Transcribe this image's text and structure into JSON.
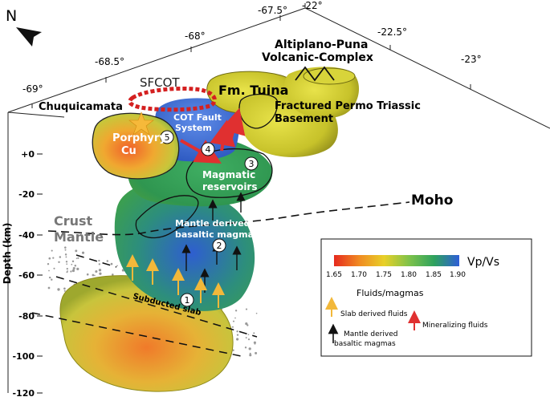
{
  "north_label": "N",
  "longitudes": [
    "-69°",
    "-68.5°",
    "-68°",
    "-67.5°"
  ],
  "latitudes": [
    "-22°",
    "-22.5°",
    "-23°"
  ],
  "labels": {
    "chuquicamata": "Chuquicamata",
    "sfcot": "SFCOT",
    "fm_tuina": "Fm. Tuina",
    "altiplano_line1": "Altiplano-Puna",
    "altiplano_line2": "Volcanic-Complex",
    "fractured_line1": "Fractured Permo Triassic",
    "fractured_line2": "Basement",
    "cot_line1": "COT Fault",
    "cot_line2": "System",
    "porphyry_line1": "Porphyry",
    "porphyry_line2": "Cu",
    "magmatic_line1": "Magmatic",
    "magmatic_line2": "reservoirs",
    "moho": "Moho",
    "crust": "Crust",
    "mantle": "Mantle",
    "mantle_derived_line1": "Mantle derived",
    "mantle_derived_line2": "basaltic magmas",
    "subducted_slab": "Subducted slab"
  },
  "markers": [
    "1",
    "2",
    "3",
    "4",
    "5"
  ],
  "depth_axis": {
    "label": "Depth (km)",
    "ticks": [
      "+0",
      "-20",
      "-40",
      "-60",
      "-80",
      "-100",
      "-120"
    ]
  },
  "legend": {
    "colorbar_title": "Vp/Vs",
    "colorbar_ticks": [
      "1.65",
      "1.70",
      "1.75",
      "1.80",
      "1.85",
      "1.90"
    ],
    "section_title": "Fluids/magmas",
    "slab_fluids": "Slab derived fluids",
    "mineralizing_fluids": "Mineralizing fluids",
    "mantle_line1": "Mantle derived",
    "mantle_line2": "basaltic magmas"
  },
  "colors": {
    "slab_arrow": "#f2b83a",
    "mineralizing_arrow": "#e03030",
    "mantle_arrow": "#111111",
    "sfcot_outline": "#d42020",
    "blue_body": "#3a6fd0",
    "green_body": "#3da35a",
    "yellow_body": "#c8c42a"
  }
}
